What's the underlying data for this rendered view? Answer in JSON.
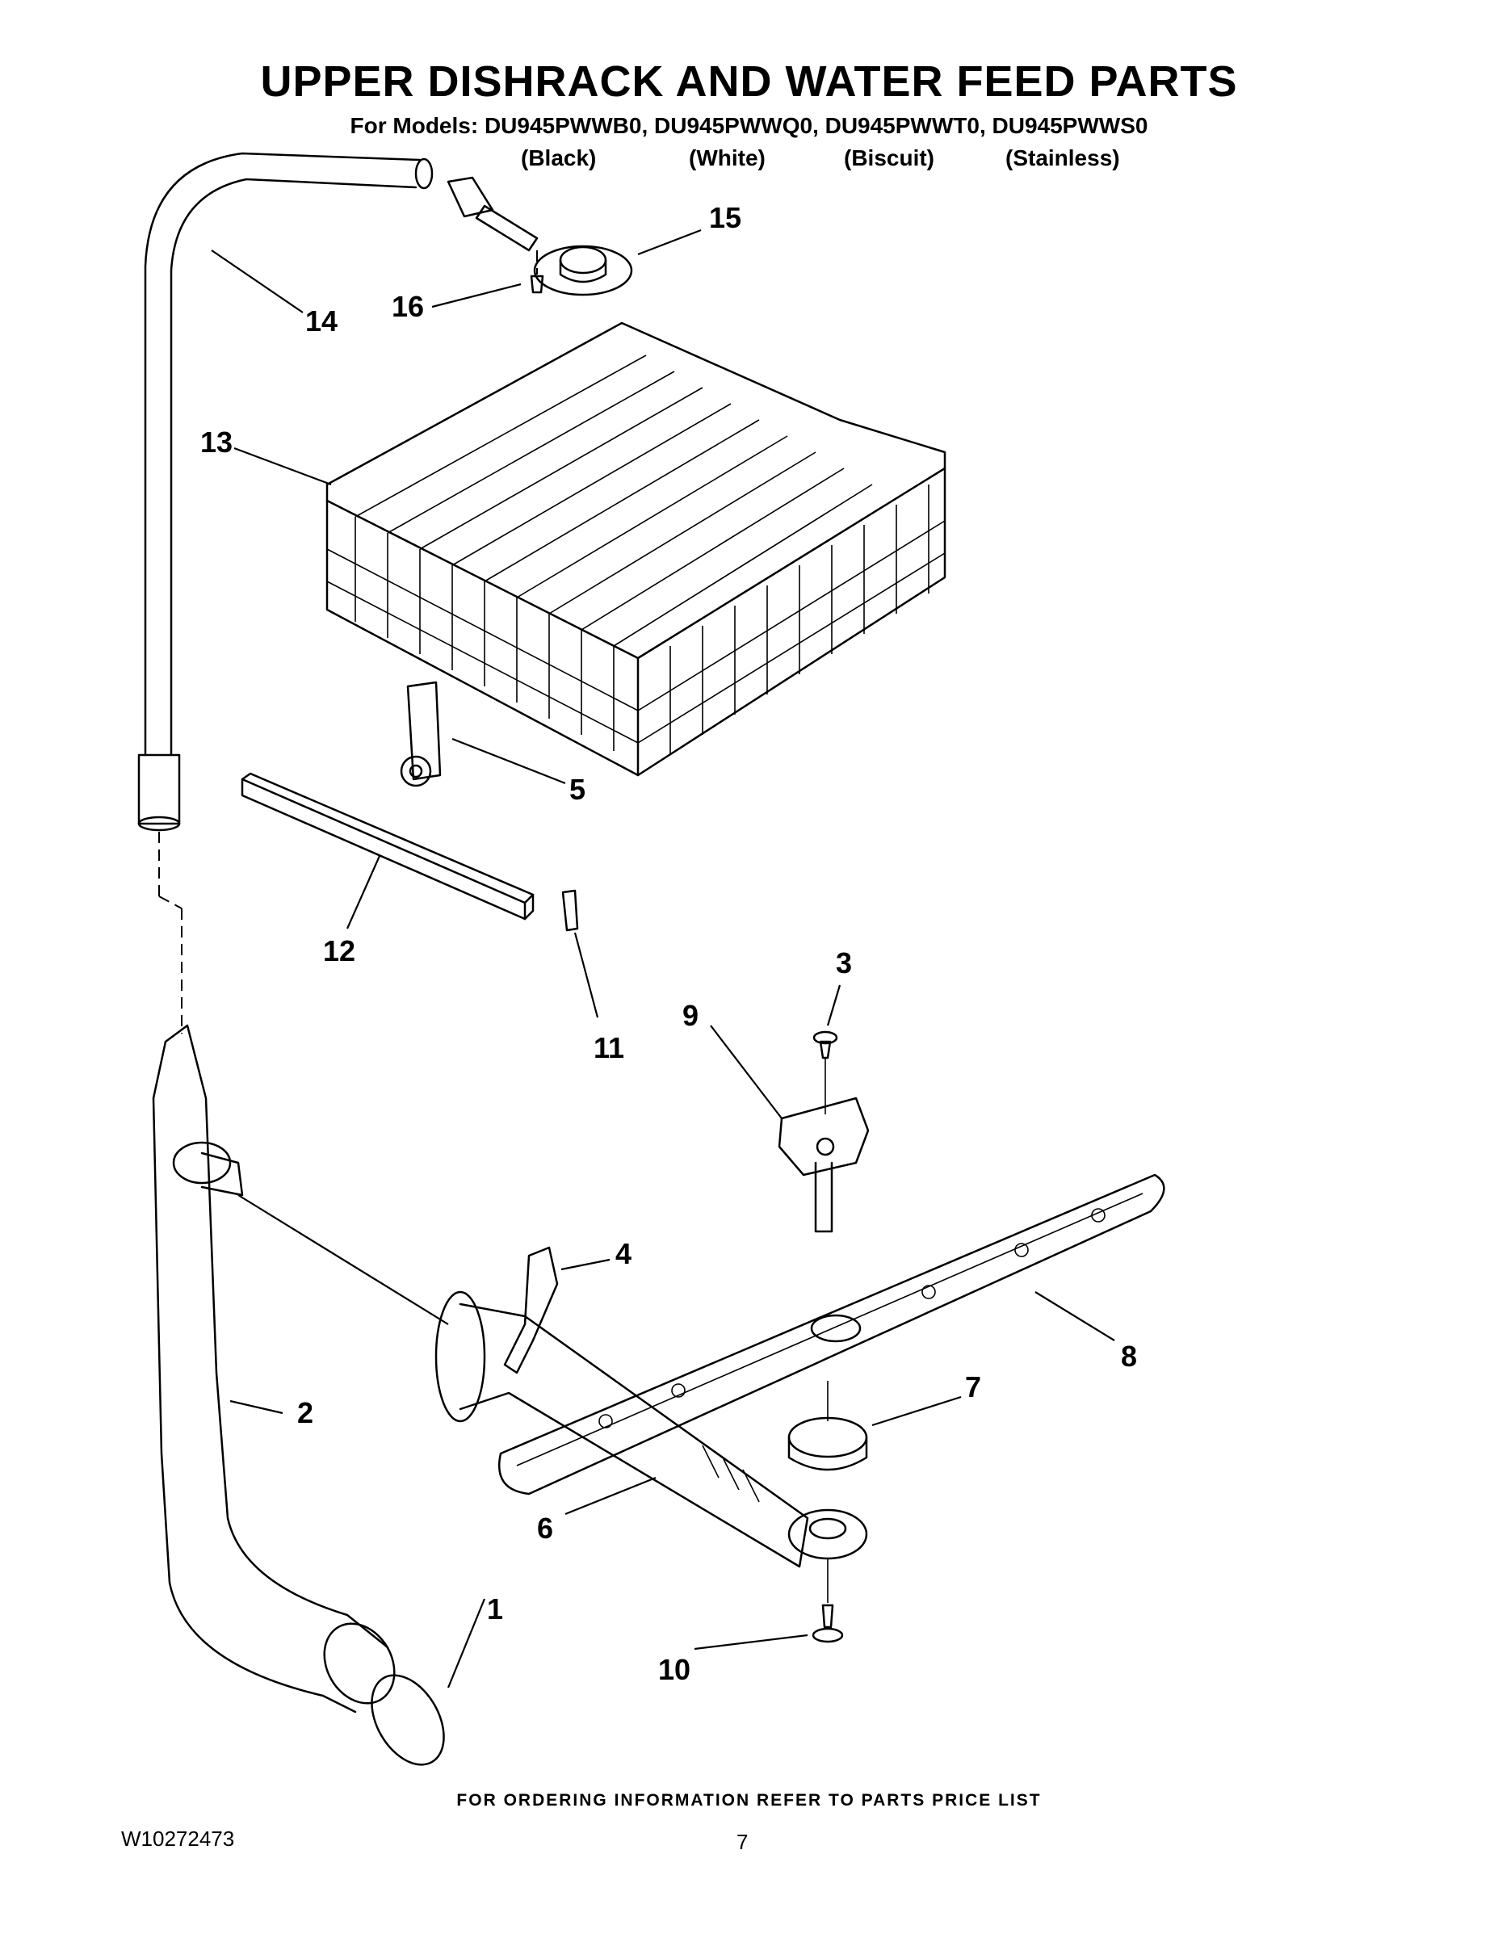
{
  "header": {
    "title": "UPPER DISHRACK AND WATER FEED PARTS",
    "models": "For Models: DU945PWWB0, DU945PWWQ0, DU945PWWT0, DU945PWWS0",
    "finishes": [
      "(Black)",
      "(White)",
      "(Biscuit)",
      "(Stainless)"
    ]
  },
  "callouts": [
    "1",
    "2",
    "3",
    "4",
    "5",
    "6",
    "7",
    "8",
    "9",
    "10",
    "11",
    "12",
    "13",
    "14",
    "15",
    "16"
  ],
  "footer": {
    "ordering_note": "FOR ORDERING INFORMATION REFER TO PARTS PRICE LIST",
    "document_number": "W10272473",
    "page_number": "7"
  }
}
